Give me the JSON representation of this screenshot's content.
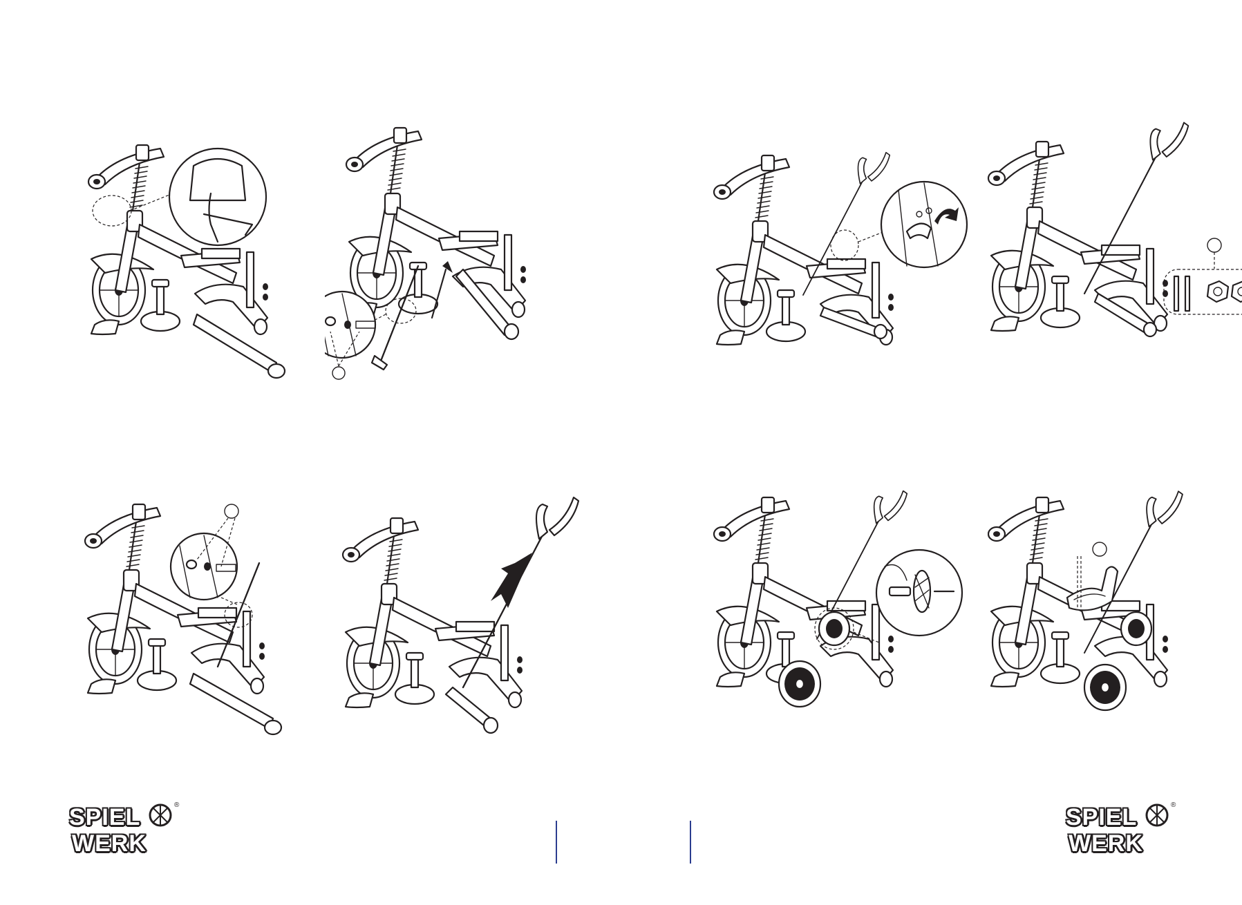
{
  "brand": {
    "logo_line1": "SPIEL",
    "logo_line2": "WERK",
    "registered_mark": "®"
  },
  "colors": {
    "line_art": "#231f20",
    "divider": "#2b3d8f",
    "background": "#ffffff"
  },
  "steps": [
    {
      "id": "step-1",
      "description_icon": "handlebar-clamp-hex-key"
    },
    {
      "id": "step-2",
      "description_icon": "rear-axle-bolt-insert"
    },
    {
      "id": "step-3",
      "description_icon": "push-handle-lock-lever"
    },
    {
      "id": "step-4",
      "description_icon": "push-handle-bolts-nuts"
    },
    {
      "id": "step-5",
      "description_icon": "rear-axle-bolt-detail"
    },
    {
      "id": "step-6",
      "description_icon": "push-handle-insert-arrow"
    },
    {
      "id": "step-7",
      "description_icon": "rear-wheel-attach"
    },
    {
      "id": "step-8",
      "description_icon": "seat-attach"
    }
  ]
}
